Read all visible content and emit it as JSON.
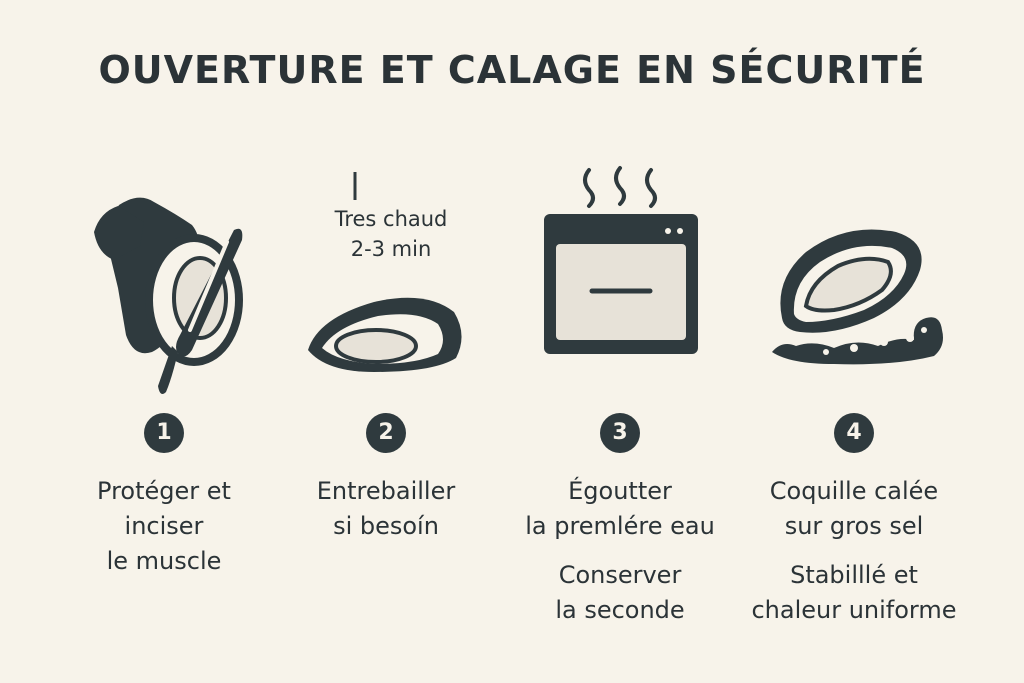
{
  "title": "OUVERTURE ET CALAGE EN SÉCURITÉ",
  "steps": [
    {
      "number": "1",
      "icon": "gloved-hand-knife-oyster-icon",
      "lines": [
        "Protéger et",
        "inciser",
        "le muscle"
      ]
    },
    {
      "number": "2",
      "icon": "oyster-shell-icon",
      "note": [
        "Tres chaud",
        "2-3 min"
      ],
      "lines": [
        "Entrebailler",
        "si besoín"
      ]
    },
    {
      "number": "3",
      "icon": "steaming-oven-icon",
      "lines": [
        "Égoutter",
        "la premlére eau"
      ],
      "lines2": [
        "Conserver",
        "la seconde"
      ]
    },
    {
      "number": "4",
      "icon": "oyster-on-salt-icon",
      "lines": [
        "Coquille calée",
        "sur gros sel"
      ],
      "lines2": [
        "Stabilllé et",
        "chaleur uniforme"
      ]
    }
  ],
  "colors": {
    "ink": "#2f3a3e",
    "background": "#f7f3ea",
    "light": "#e7e2d8"
  }
}
